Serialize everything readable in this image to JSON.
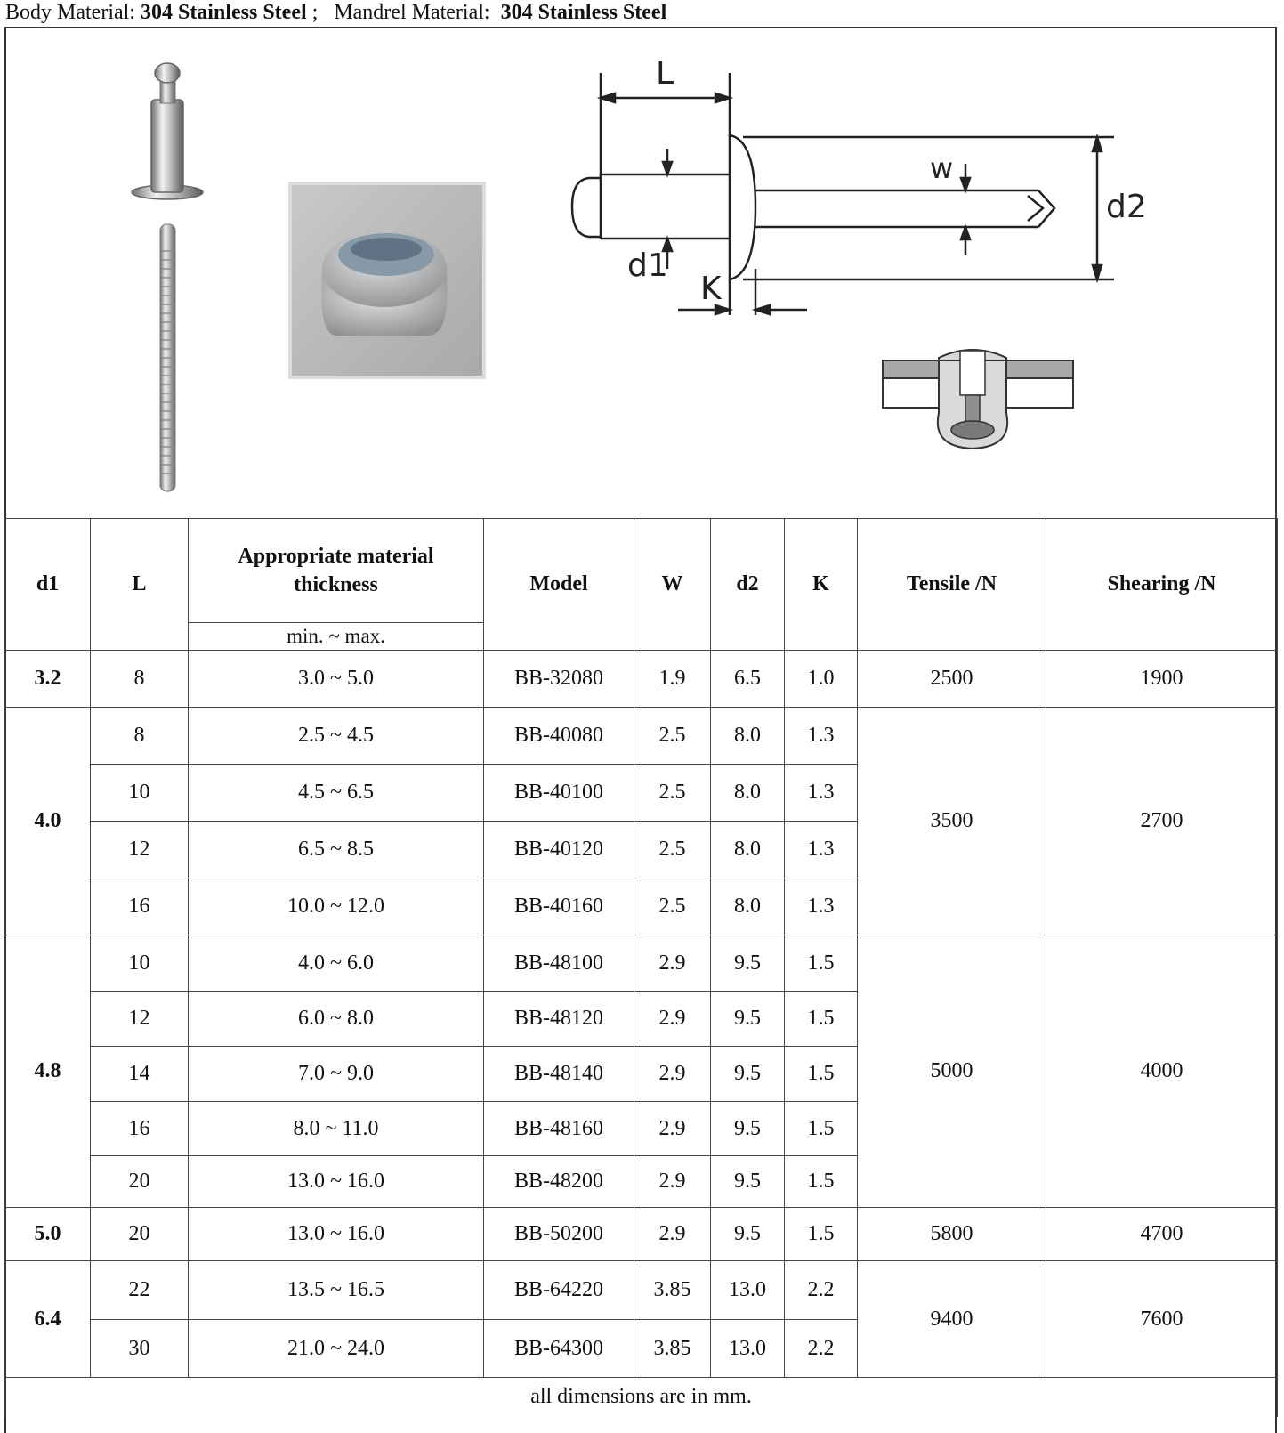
{
  "header": {
    "body_label": "Body Material:",
    "body_value": "304 Stainless Steel",
    "separator": ";",
    "mandrel_label": "Mandrel Material:",
    "mandrel_value": "304 Stainless Steel"
  },
  "diagram": {
    "labels": {
      "L": "L",
      "w": "w",
      "d2": "d2",
      "d1": "d1",
      "K": "K"
    }
  },
  "table": {
    "headers": {
      "d1": "d1",
      "L": "L",
      "thickness": "Appropriate material thickness",
      "thickness_sub": "min. ~ max.",
      "model": "Model",
      "W": "W",
      "d2": "d2",
      "K": "K",
      "tensile": "Tensile /N",
      "shearing": "Shearing /N"
    },
    "groups": [
      {
        "d1": "3.2",
        "tensile": "2500",
        "shearing": "1900",
        "rows": [
          {
            "L": "8",
            "thickness": "3.0 ~ 5.0",
            "model": "BB-32080",
            "W": "1.9",
            "d2": "6.5",
            "K": "1.0"
          }
        ]
      },
      {
        "d1": "4.0",
        "tensile": "3500",
        "shearing": "2700",
        "rows": [
          {
            "L": "8",
            "thickness": "2.5 ~ 4.5",
            "model": "BB-40080",
            "W": "2.5",
            "d2": "8.0",
            "K": "1.3"
          },
          {
            "L": "10",
            "thickness": "4.5 ~ 6.5",
            "model": "BB-40100",
            "W": "2.5",
            "d2": "8.0",
            "K": "1.3"
          },
          {
            "L": "12",
            "thickness": "6.5 ~ 8.5",
            "model": "BB-40120",
            "W": "2.5",
            "d2": "8.0",
            "K": "1.3"
          },
          {
            "L": "16",
            "thickness": "10.0 ~ 12.0",
            "model": "BB-40160",
            "W": "2.5",
            "d2": "8.0",
            "K": "1.3"
          }
        ]
      },
      {
        "d1": "4.8",
        "tensile": "5000",
        "shearing": "4000",
        "rows": [
          {
            "L": "10",
            "thickness": "4.0 ~ 6.0",
            "model": "BB-48100",
            "W": "2.9",
            "d2": "9.5",
            "K": "1.5"
          },
          {
            "L": "12",
            "thickness": "6.0 ~ 8.0",
            "model": "BB-48120",
            "W": "2.9",
            "d2": "9.5",
            "K": "1.5"
          },
          {
            "L": "14",
            "thickness": "7.0 ~ 9.0",
            "model": "BB-48140",
            "W": "2.9",
            "d2": "9.5",
            "K": "1.5"
          },
          {
            "L": "16",
            "thickness": "8.0 ~ 11.0",
            "model": "BB-48160",
            "W": "2.9",
            "d2": "9.5",
            "K": "1.5"
          },
          {
            "L": "20",
            "thickness": "13.0 ~ 16.0",
            "model": "BB-48200",
            "W": "2.9",
            "d2": "9.5",
            "K": "1.5"
          }
        ]
      },
      {
        "d1": "5.0",
        "tensile": "5800",
        "shearing": "4700",
        "rows": [
          {
            "L": "20",
            "thickness": "13.0 ~ 16.0",
            "model": "BB-50200",
            "W": "2.9",
            "d2": "9.5",
            "K": "1.5"
          }
        ]
      },
      {
        "d1": "6.4",
        "tensile": "9400",
        "shearing": "7600",
        "rows": [
          {
            "L": "22",
            "thickness": "13.5 ~ 16.5",
            "model": "BB-64220",
            "W": "3.85",
            "d2": "13.0",
            "K": "2.2"
          },
          {
            "L": "30",
            "thickness": "21.0 ~ 24.0",
            "model": "BB-64300",
            "W": "3.85",
            "d2": "13.0",
            "K": "2.2"
          }
        ]
      }
    ],
    "footer": "all dimensions are in mm."
  }
}
